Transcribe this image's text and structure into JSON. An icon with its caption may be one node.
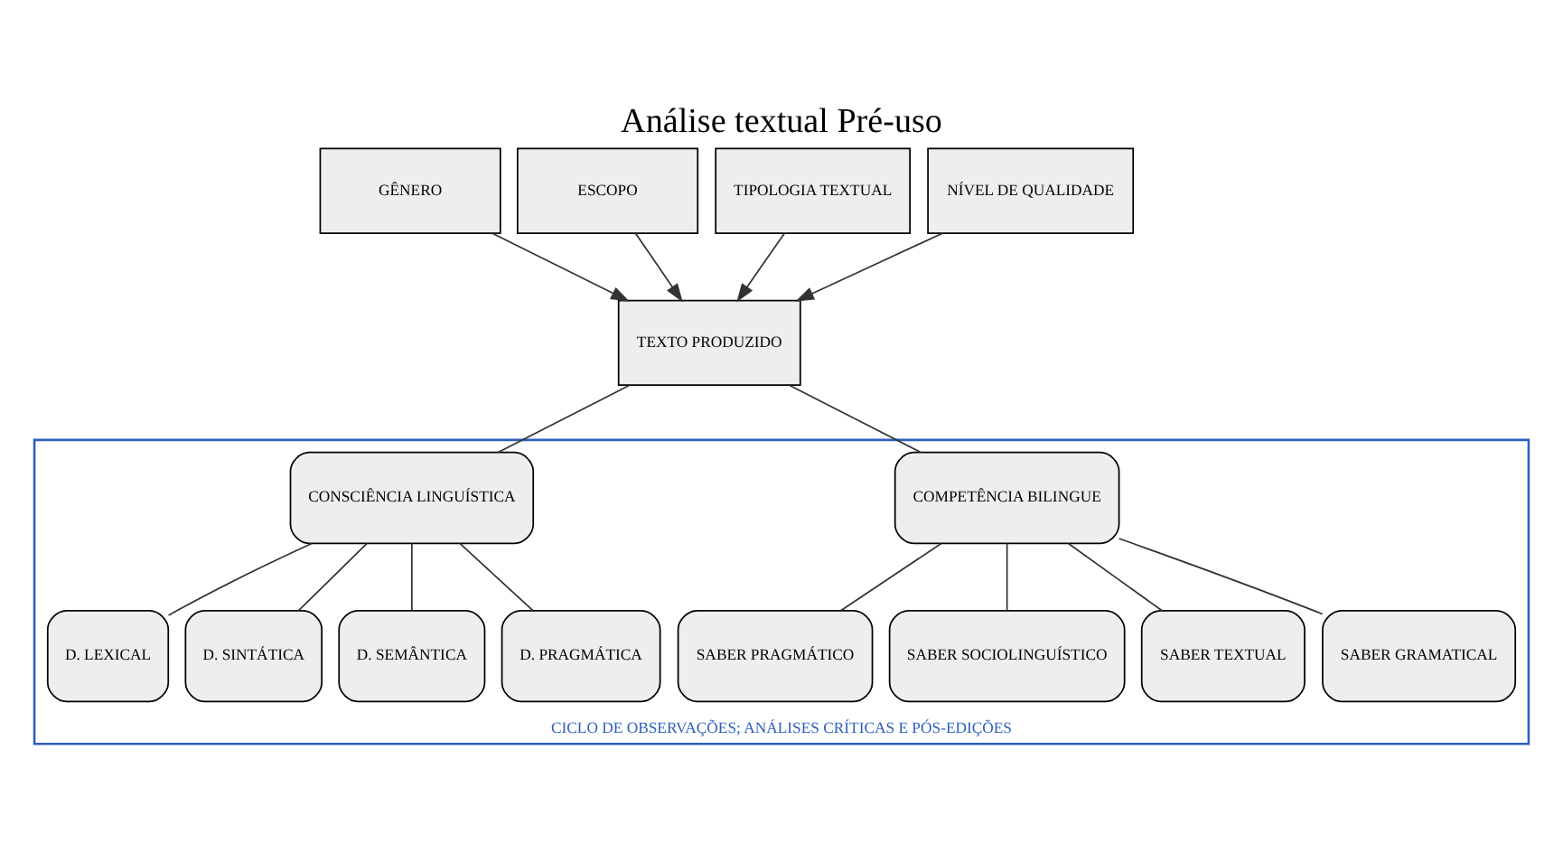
{
  "diagram": {
    "title": "Análise textual Pré-uso",
    "nodes": [
      {
        "text": [
          "GÊNERO"
        ]
      },
      {
        "text": [
          "ESCOPO"
        ]
      },
      {
        "text": [
          "TIPOLOGIA TEXTUAL"
        ]
      },
      {
        "text": [
          "NÍVEL DE QUALIDADE"
        ]
      },
      {
        "text": [
          "TEXTO PRODUZIDO"
        ]
      },
      {
        "text": [
          "CICLO DE OBSERVAÇÕES; ANÁLISES CRÍTICAS E PÓS-EDIÇÕES"
        ]
      },
      {
        "text": [
          "COMPETÊNCIA BILINGUE"
        ],
        "in": 5
      },
      {
        "text": [
          "CONSCIÊNCIA LINGUÍSTICA"
        ],
        "in": 5
      },
      {
        "text": [
          "SABER PRAGMÁTICO"
        ],
        "in": 5
      },
      {
        "text": [
          "SABER SOCIOLINGUÍSTICO"
        ],
        "in": 5
      },
      {
        "text": [
          "SABER TEXTUAL"
        ],
        "in": 5
      },
      {
        "text": [
          "SABER GRAMATICAL"
        ],
        "in": 5
      },
      {
        "text": [
          "D. LEXICAL"
        ],
        "in": 5
      },
      {
        "text": [
          "D. SINTÁTICA"
        ],
        "in": 5
      },
      {
        "text": [
          "D. SEMÂNTICA"
        ],
        "in": 5
      },
      {
        "text": [
          "D. PRAGMÁTICA"
        ],
        "in": 5
      }
    ],
    "edges": [
      {
        "from": 0,
        "to": 4,
        "arrow": "to"
      },
      {
        "from": 1,
        "to": 4,
        "arrow": "to"
      },
      {
        "from": 2,
        "to": 4,
        "arrow": "to"
      },
      {
        "from": 3,
        "to": 4,
        "arrow": "to"
      },
      {
        "from": 4,
        "to": 6,
        "arrow": "none"
      },
      {
        "from": 4,
        "to": 7,
        "arrow": "none"
      },
      {
        "from": 6,
        "to": 8,
        "arrow": "none"
      },
      {
        "from": 6,
        "to": 9,
        "arrow": "none"
      },
      {
        "from": 6,
        "to": 10,
        "arrow": "none"
      },
      {
        "from": 6,
        "to": 11,
        "arrow": "none"
      },
      {
        "from": 7,
        "to": 12,
        "arrow": "none"
      },
      {
        "from": 7,
        "to": 13,
        "arrow": "none"
      },
      {
        "from": 7,
        "to": 14,
        "arrow": "none"
      },
      {
        "from": 7,
        "to": 15,
        "arrow": "none"
      }
    ]
  }
}
